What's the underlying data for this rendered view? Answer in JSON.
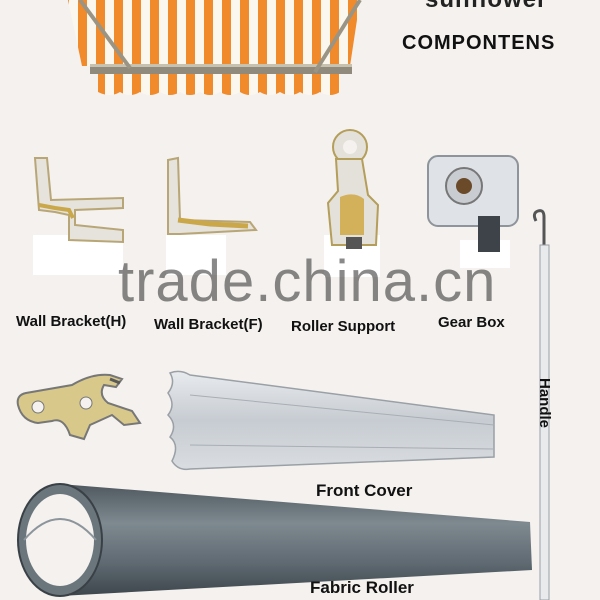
{
  "header": {
    "brand": "sunflower",
    "title": "COMPONTENS"
  },
  "watermark": "trade.china.cn",
  "components": {
    "wall_bracket_h": "Wall Bracket(H)",
    "wall_bracket_f": "Wall Bracket(F)",
    "roller_support": "Roller Support",
    "gear_box": "Gear Box",
    "handle": "Handle",
    "front_cover": "Front Cover",
    "fabric_roller": "Fabric Roller"
  },
  "colors": {
    "awning_orange": "#f08a2a",
    "awning_white": "#fbf7ee",
    "aluminium": "#c8ccd2",
    "steel_roller": "#5f6a72",
    "brass": "#c9a33a"
  }
}
